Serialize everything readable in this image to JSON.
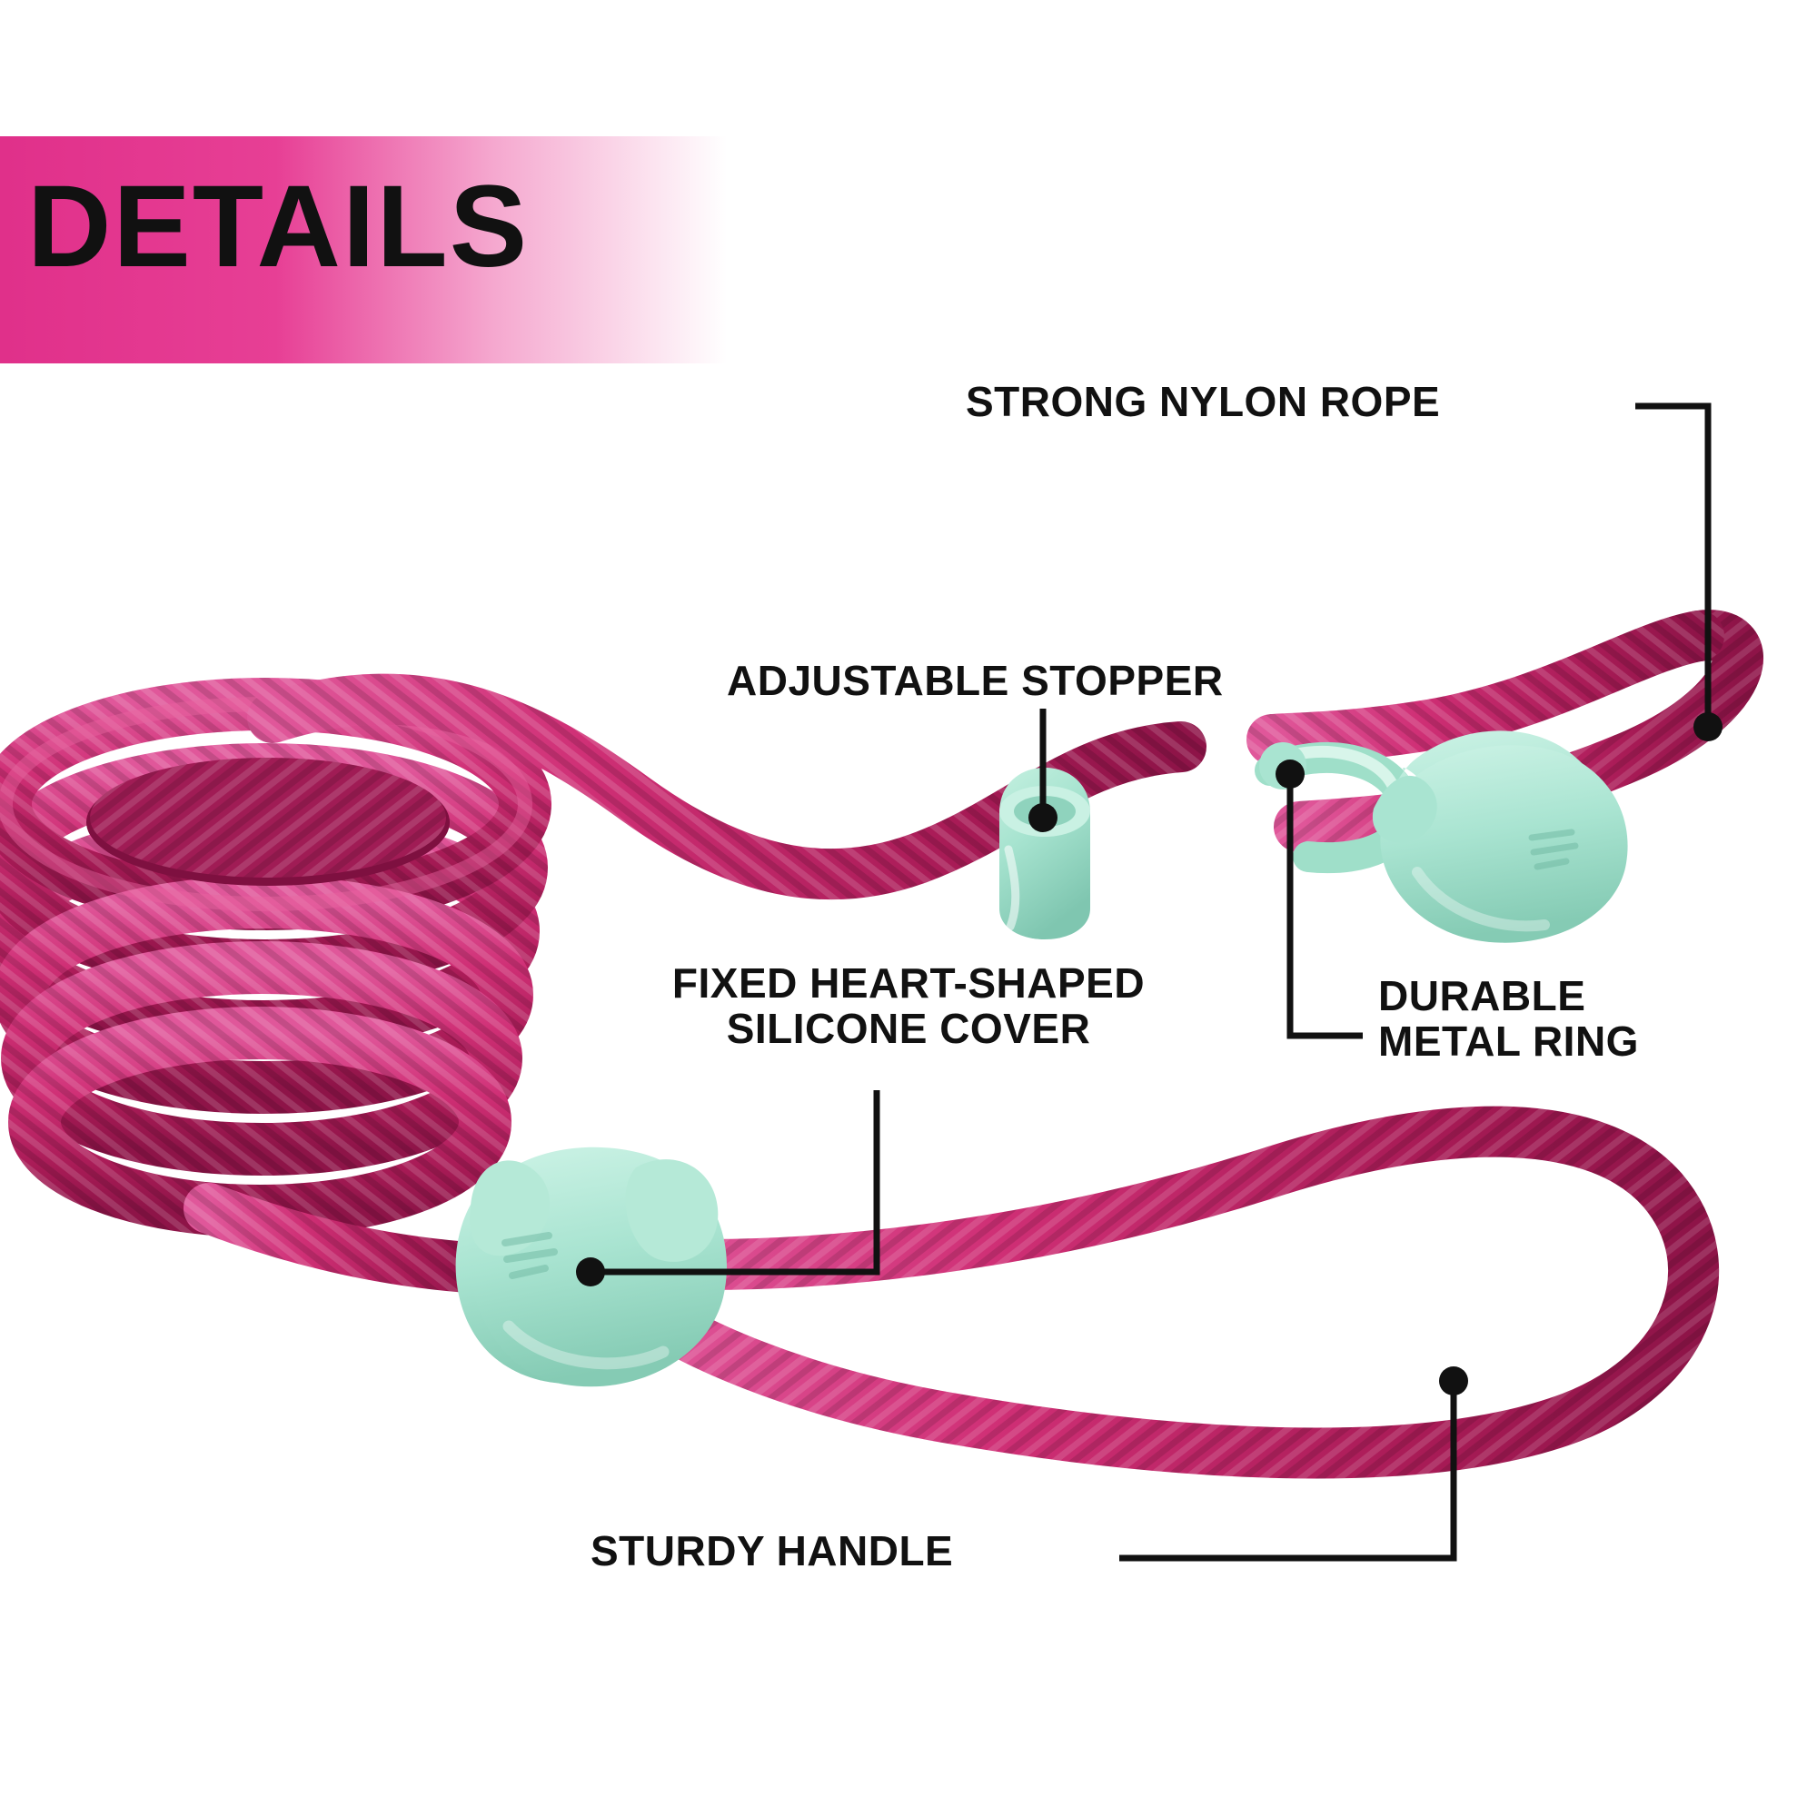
{
  "page": {
    "title": "DETAILS",
    "background_color": "#ffffff"
  },
  "header": {
    "title": "DETAILS",
    "gradient_start": "#e0308a",
    "gradient_mid": "#f5a8cf",
    "gradient_end": "#ffffff",
    "text_color": "#111111"
  },
  "callouts": [
    {
      "id": "strong-nylon-rope",
      "label": "STRONG NYLON ROPE"
    },
    {
      "id": "adjustable-stopper",
      "label": "ADJUSTABLE STOPPER"
    },
    {
      "id": "fixed-heart-shaped-silicone-cover",
      "label": "FIXED HEART-SHAPED\nSILICONE COVER"
    },
    {
      "id": "durable-metal-ring",
      "label": "DURABLE\nMETAL RING"
    },
    {
      "id": "sturdy-handle",
      "label": "STURDY HANDLE"
    }
  ],
  "product": {
    "name": "rope-dog-leash",
    "rope_color": "#c6286b",
    "rope_highlight": "#e8538f",
    "rope_shadow": "#8e1448",
    "hardware_color": "#a8e3d0",
    "hardware_shadow": "#7cc4ae",
    "leader_color": "#111111",
    "parts": [
      {
        "name": "coiled-rope-bundle"
      },
      {
        "name": "adjustable-stopper-bead"
      },
      {
        "name": "metal-o-ring"
      },
      {
        "name": "heart-silicone-cover-top"
      },
      {
        "name": "heart-silicone-cover-bottom"
      },
      {
        "name": "rope-loop-top"
      },
      {
        "name": "handle-loop-bottom"
      }
    ]
  }
}
